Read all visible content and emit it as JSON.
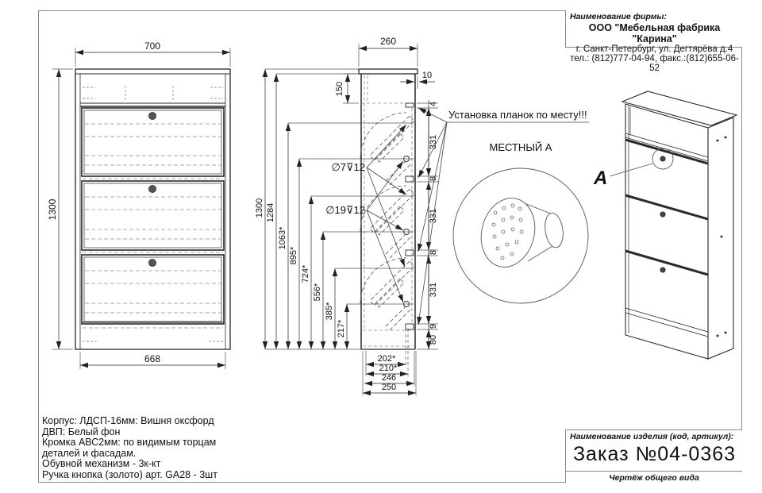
{
  "company": {
    "label": "Наименование фирмы:",
    "name": "ООО \"Мебельная фабрика \"Карина\"",
    "address": "г. Санкт-Петербург, ул. Дегтярёва д.4",
    "phone": "тел.: (812)777-04-94, факс.:(812)655-06-52"
  },
  "order": {
    "label": "Наименование изделия (код, артикул):",
    "number": "Заказ №04-0363",
    "subtitle": "Чертёж общего вида"
  },
  "specs": {
    "line1": "Корпус: ЛДСП-16мм: Вишня оксфорд",
    "line2": "ДВП: Белый фон",
    "line3": "Кромка АВС2мм: по видимым торцам",
    "line4": "деталей и фасадам.",
    "line5": "Обувной механизм - 3к-кт",
    "line6": "Ручка кнопка (золото) арт. GA28 - 3шт"
  },
  "notes": {
    "planks": "Установка планок по месту!!!",
    "detail_title": "МЕСТНЫЙ А",
    "detail_marker": "A",
    "hole_small": "∅7⊽12",
    "hole_big": "∅19⊽12"
  },
  "front_view": {
    "width_top": "700",
    "height": "1300",
    "width_bottom": "668"
  },
  "side_view": {
    "depth_top": "260",
    "overhang": "10",
    "niche_height": "150",
    "chain": [
      "4",
      "331",
      "8",
      "331",
      "8",
      "331",
      "9",
      "80"
    ],
    "heights": [
      "1300",
      "1284",
      "1063*",
      "895*",
      "724*",
      "556*",
      "385*",
      "217*"
    ],
    "bottom_dims": [
      "202*",
      "210*",
      "246",
      "250"
    ]
  }
}
